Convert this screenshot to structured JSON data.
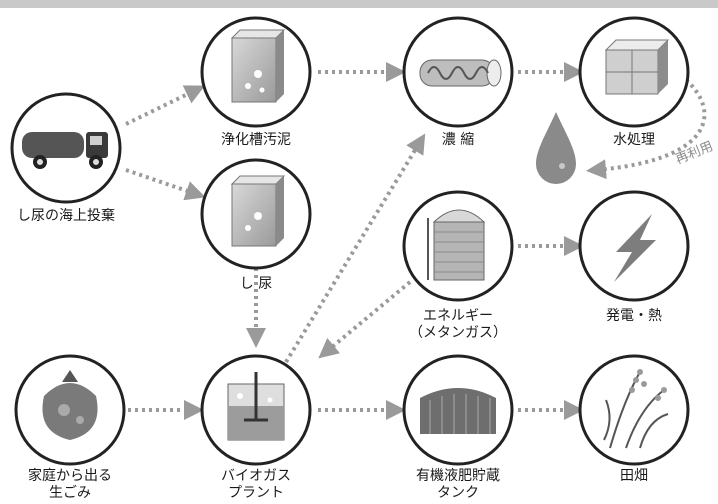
{
  "nodes": {
    "sludge": "浄化槽汚泥",
    "concentrate": "濃 縮",
    "water_treatment": "水処理",
    "ocean_dump": "し尿の海上投棄",
    "night_soil": "し 尿",
    "energy_line1": "エネルギー",
    "energy_line2": "（メタンガス）",
    "power_heat": "発電・熱",
    "household_line1": "家庭から出る",
    "household_line2": "生ごみ",
    "biogas_line1": "バイオガス",
    "biogas_line2": "プラント",
    "tank_line1": "有機液肥貯蔵",
    "tank_line2": "タンク",
    "field": "田畑"
  },
  "reuse_label": "再利用",
  "colors": {
    "circle_fill": "#ffffff",
    "circle_stroke": "#222222",
    "arrow": "#9a9a9a",
    "top_bar": "#c9c9c9"
  }
}
